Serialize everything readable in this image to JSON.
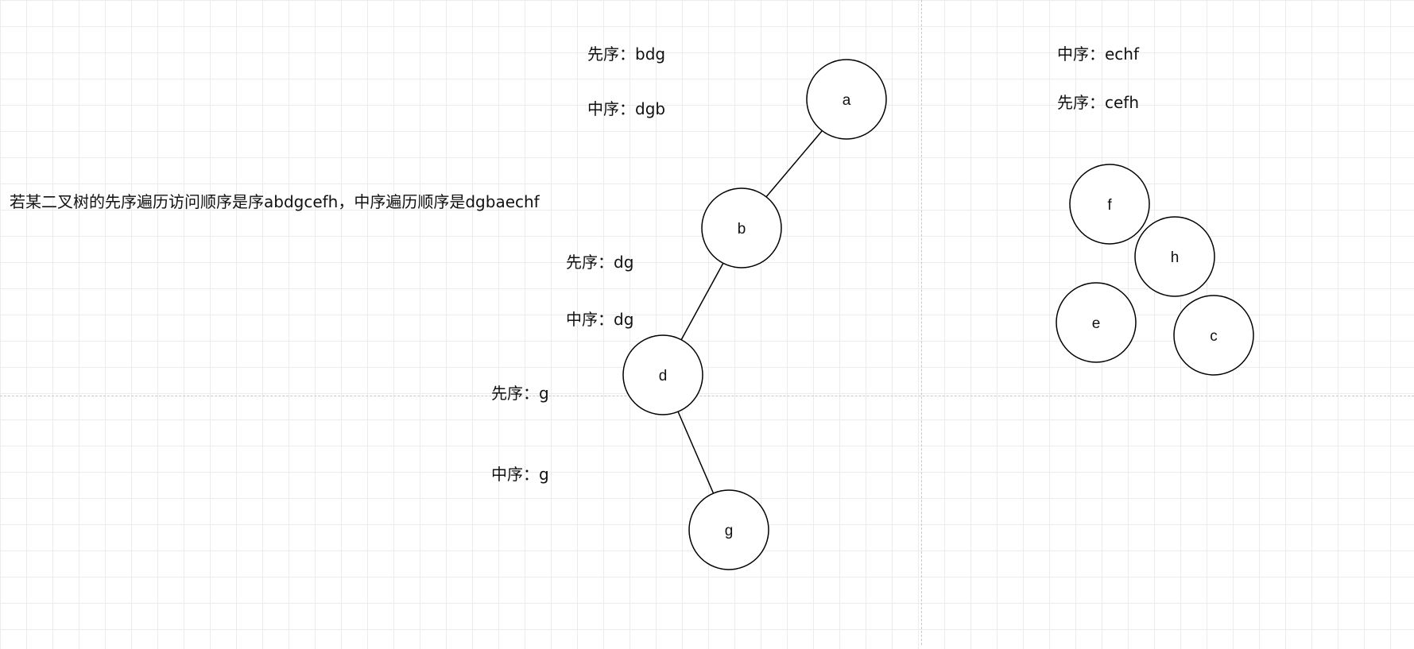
{
  "question": "若某二叉树的先序遍历访问顺序是序abdgcefh，中序遍历顺序是dgbaechf",
  "annotations": {
    "a_pre": "先序：bdg",
    "a_in": "中序：dgb",
    "b_pre": "先序：dg",
    "b_in": "中序：dg",
    "d_pre": "先序：g",
    "d_in": "中序：g",
    "right_in": "中序：echf",
    "right_pre": "先序：cefh"
  },
  "nodes": [
    {
      "id": "a",
      "label": "a"
    },
    {
      "id": "b",
      "label": "b"
    },
    {
      "id": "d",
      "label": "d"
    },
    {
      "id": "g",
      "label": "g"
    },
    {
      "id": "f",
      "label": "f"
    },
    {
      "id": "h",
      "label": "h"
    },
    {
      "id": "e",
      "label": "e"
    },
    {
      "id": "c",
      "label": "c"
    }
  ],
  "edges": [
    {
      "from": "a",
      "to": "b"
    },
    {
      "from": "b",
      "to": "d"
    },
    {
      "from": "d",
      "to": "g"
    }
  ]
}
